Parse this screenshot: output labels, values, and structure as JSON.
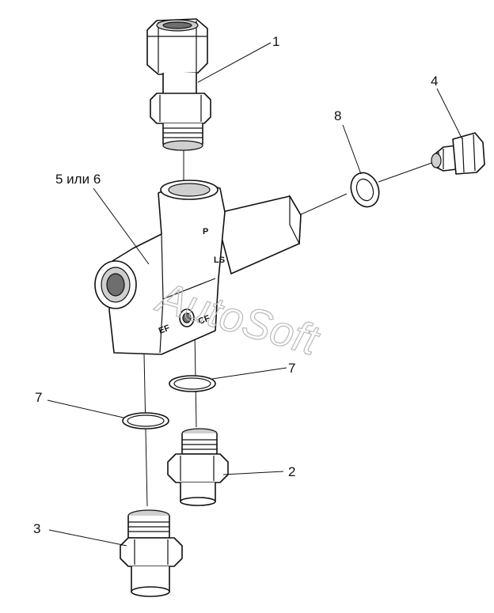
{
  "callouts": {
    "c1": "1",
    "c2": "2",
    "c3": "3",
    "c4": "4",
    "c5": "5 или 6",
    "c7a": "7",
    "c7b": "7",
    "c8": "8"
  },
  "body_markings": {
    "p": "P",
    "ls": "LS",
    "ef": "EF",
    "cf": "CF"
  },
  "watermark": "AutoSoft"
}
